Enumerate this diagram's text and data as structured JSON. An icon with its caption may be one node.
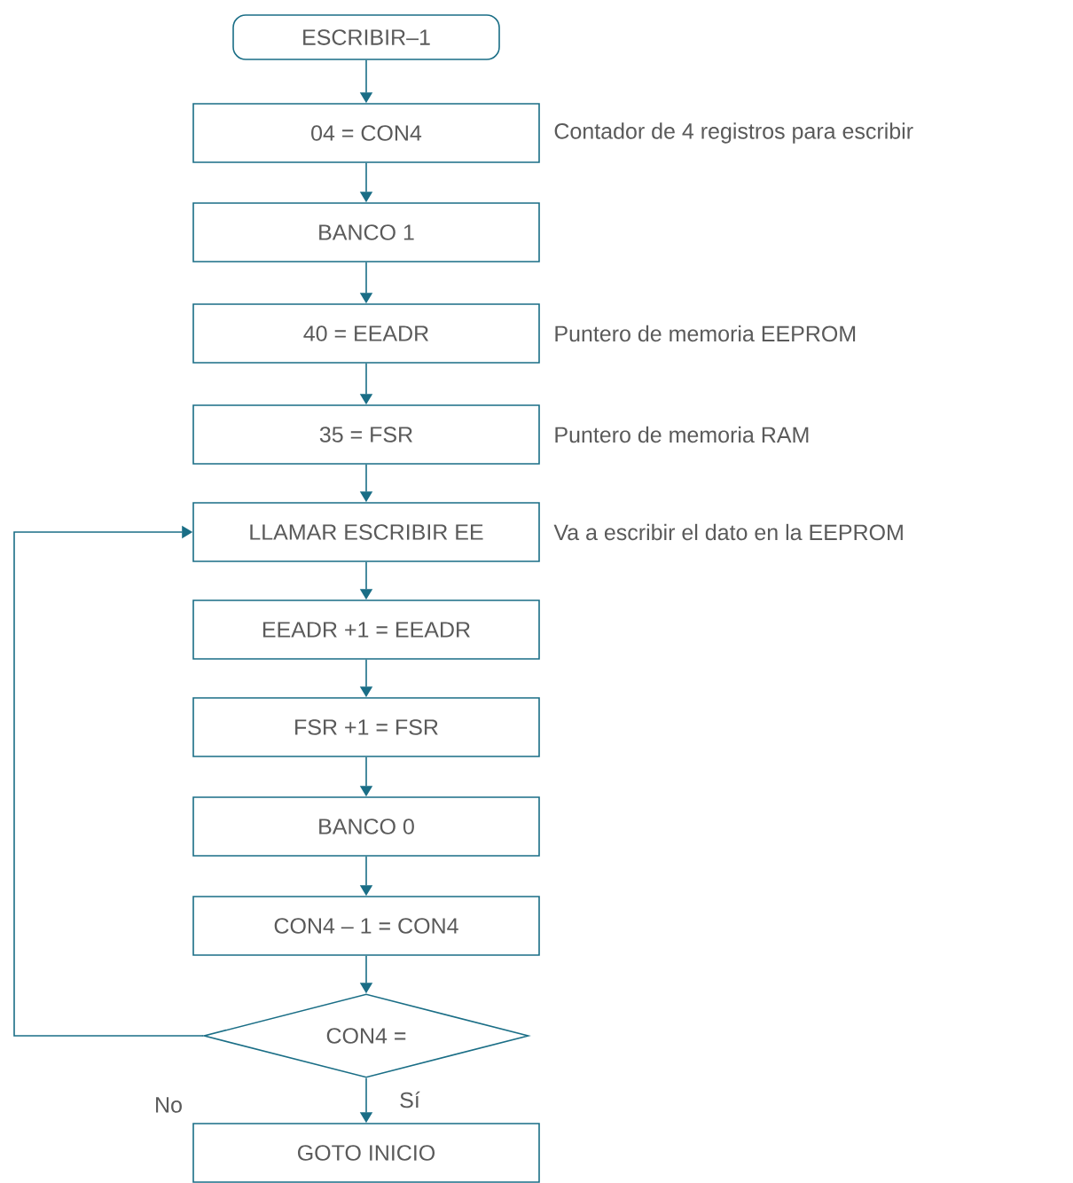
{
  "diagram": {
    "nodes": [
      {
        "text": [
          "ESCRIBIR–1"
        ]
      },
      {
        "text": [
          "04 = CON4"
        ],
        "beside": [
          "Contador de 4 registros para escribir"
        ]
      },
      {
        "text": [
          "BANCO 1"
        ]
      },
      {
        "text": [
          "40 = EEADR"
        ],
        "beside": [
          "Puntero de memoria EEPROM"
        ]
      },
      {
        "text": [
          "35 = FSR"
        ],
        "beside": [
          "Puntero de memoria RAM"
        ]
      },
      {
        "text": [
          "LLAMAR ESCRIBIR EE"
        ],
        "beside": [
          "Va a escribir el dato en la EEPROM"
        ]
      },
      {
        "text": [
          "EEADR +1 = EEADR"
        ]
      },
      {
        "text": [
          "FSR +1 = FSR"
        ]
      },
      {
        "text": [
          "BANCO 0"
        ]
      },
      {
        "text": [
          "CON4 – 1 = CON4"
        ]
      },
      {
        "text": [
          "CON4 ="
        ]
      },
      {
        "text": [
          "GOTO INICIO"
        ]
      }
    ],
    "edges": [
      {
        "from": 0,
        "to": 1,
        "arrow": "to"
      },
      {
        "from": 1,
        "to": 2,
        "arrow": "to"
      },
      {
        "from": 2,
        "to": 3,
        "arrow": "to"
      },
      {
        "from": 3,
        "to": 4,
        "arrow": "to"
      },
      {
        "from": 4,
        "to": 5,
        "arrow": "to"
      },
      {
        "from": 5,
        "to": 6,
        "arrow": "to"
      },
      {
        "from": 6,
        "to": 7,
        "arrow": "to"
      },
      {
        "from": 7,
        "to": 8,
        "arrow": "to"
      },
      {
        "from": 8,
        "to": 9,
        "arrow": "to"
      },
      {
        "from": 9,
        "to": 10,
        "arrow": "to"
      },
      {
        "from": 10,
        "to": 11,
        "arrow": "to",
        "label": "Sí"
      },
      {
        "from": 10,
        "to": 5,
        "arrow": "to",
        "label": "No"
      }
    ]
  }
}
